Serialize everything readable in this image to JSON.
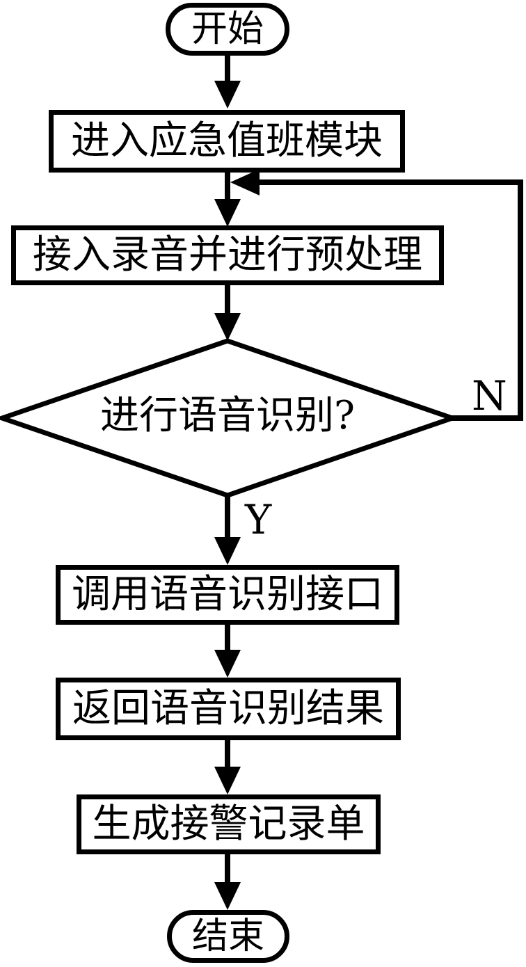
{
  "page": {
    "background_color": "#ffffff",
    "line_color": "#000000"
  },
  "flowchart": {
    "nodes": {
      "start": {
        "type": "terminal",
        "label": "开始"
      },
      "step1": {
        "type": "process",
        "label": "进入应急值班模块"
      },
      "step2": {
        "type": "process",
        "label": "接入录音并进行预处理"
      },
      "decision": {
        "type": "decision",
        "label": "进行语音识别?"
      },
      "step3": {
        "type": "process",
        "label": "调用语音识别接口"
      },
      "step4": {
        "type": "process",
        "label": "返回语音识别结果"
      },
      "step5": {
        "type": "process",
        "label": "生成接警记录单"
      },
      "end": {
        "type": "terminal",
        "label": "结束"
      }
    },
    "edge_labels": {
      "yes": "Y",
      "no": "N"
    },
    "edges": [
      {
        "from": "start",
        "to": "step1"
      },
      {
        "from": "step1",
        "to": "step2"
      },
      {
        "from": "step2",
        "to": "decision"
      },
      {
        "from": "decision",
        "to": "step3",
        "label": "Y"
      },
      {
        "from": "decision",
        "to": "step2",
        "label": "N"
      },
      {
        "from": "step3",
        "to": "step4"
      },
      {
        "from": "step4",
        "to": "step5"
      },
      {
        "from": "step5",
        "to": "end"
      }
    ]
  }
}
